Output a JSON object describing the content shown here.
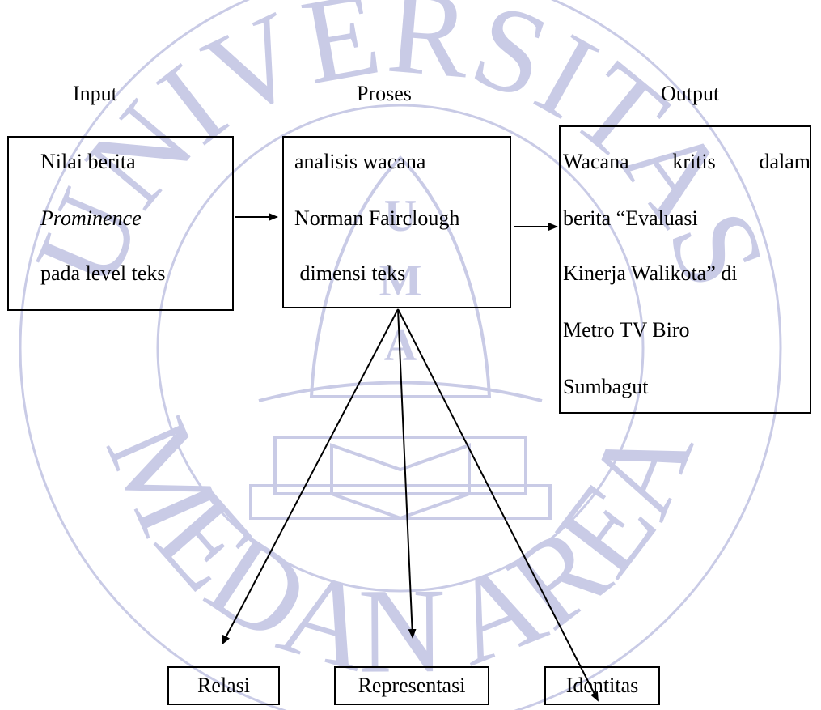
{
  "colors": {
    "ink": "#000000",
    "watermark": "#c9cbe6"
  },
  "watermark": {
    "top_text": "UNIVERSITAS",
    "bottom_text": "MEDAN AREA",
    "monogram": [
      "U",
      "M",
      "A"
    ]
  },
  "headings": {
    "input": "Input",
    "proses": "Proses",
    "output": "Output"
  },
  "input_box": {
    "line1": "Nilai berita",
    "line2": "Prominence",
    "line3": "pada level teks"
  },
  "process_box": {
    "line1": "analisis wacana",
    "line2": "Norman Fairclough",
    "line3": " dimensi teks"
  },
  "output_box": {
    "line1_words": [
      "Wacana",
      "kritis",
      "dalam"
    ],
    "line2": "berita “Evaluasi",
    "line3": "Kinerja Walikota” di",
    "line4": "Metro TV Biro",
    "line5": "Sumbagut"
  },
  "bottom_boxes": {
    "relasi": "Relasi",
    "representasi": "Representasi",
    "identitas": "Identitas"
  }
}
